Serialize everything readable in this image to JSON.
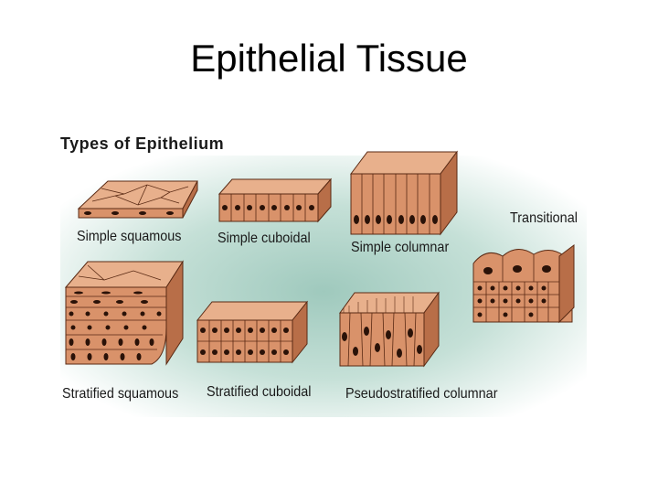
{
  "slide": {
    "title": "Epithelial Tissue"
  },
  "figure": {
    "heading": "Types of Epithelium",
    "tissues": [
      {
        "id": "simple-squamous",
        "label": "Simple squamous"
      },
      {
        "id": "simple-cuboidal",
        "label": "Simple cuboidal"
      },
      {
        "id": "simple-columnar",
        "label": "Simple columnar"
      },
      {
        "id": "transitional",
        "label": "Transitional"
      },
      {
        "id": "stratified-squamous",
        "label": "Stratified squamous"
      },
      {
        "id": "stratified-cuboidal",
        "label": "Stratified cuboidal"
      },
      {
        "id": "pseudostratified-columnar",
        "label": "Pseudostratified columnar"
      }
    ],
    "colors": {
      "cell_fill": "#d9926a",
      "cell_top": "#e8b08c",
      "cell_side": "#b86e48",
      "outline": "#5a2a14",
      "nucleus": "#2a1208",
      "background_glow": "#9fc9bd"
    }
  }
}
